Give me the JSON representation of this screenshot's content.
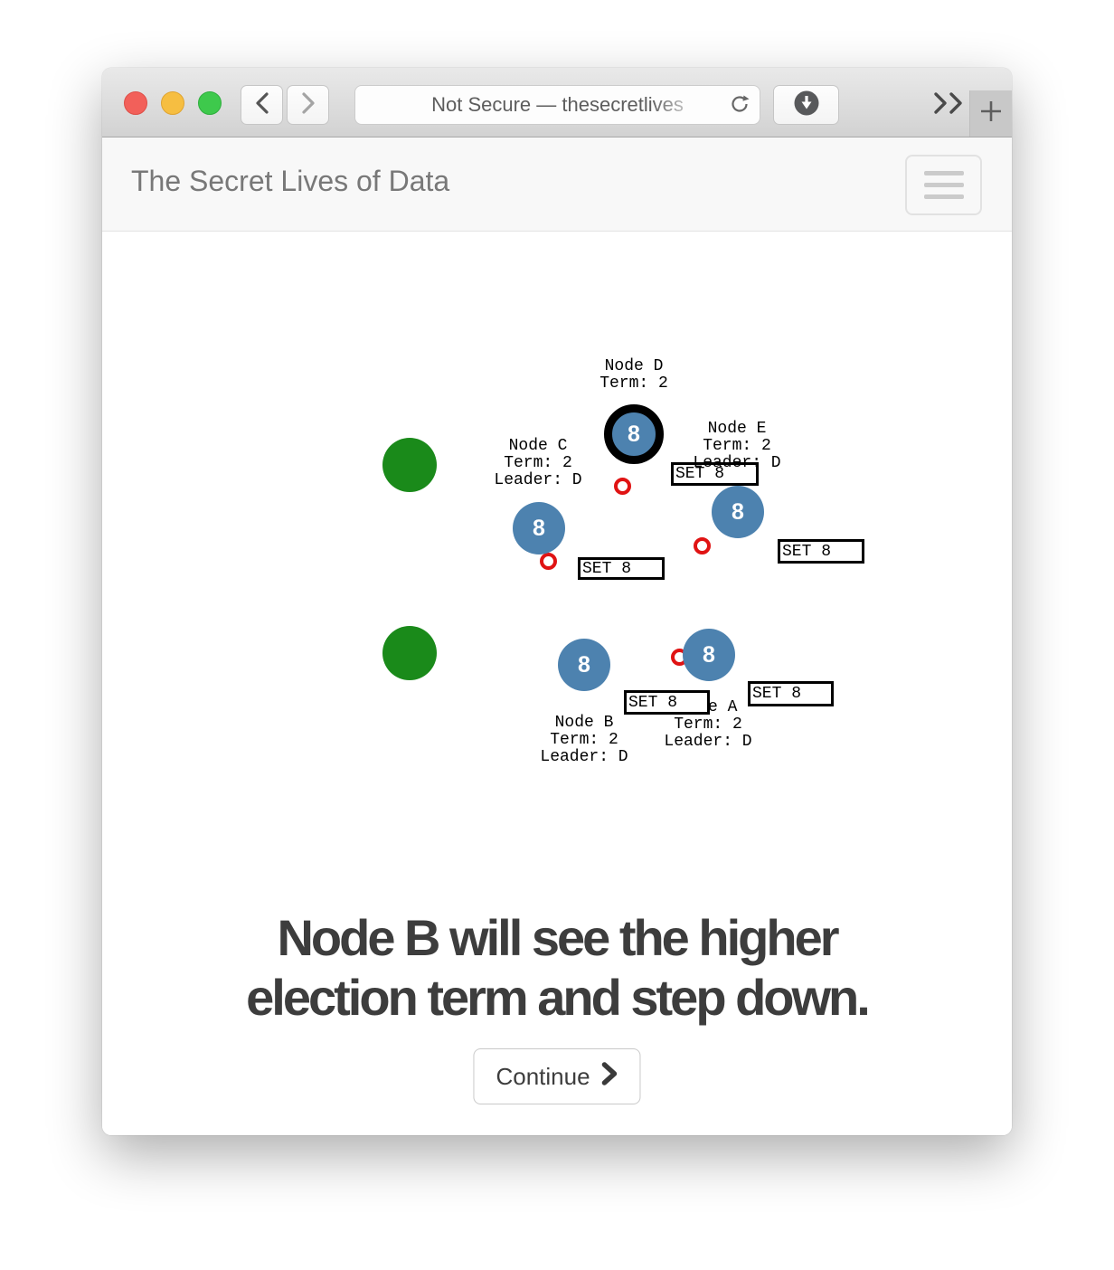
{
  "browser": {
    "url_text": "Not Secure — thesecretlives"
  },
  "header": {
    "title": "The Secret Lives of Data"
  },
  "viz": {
    "node_d": {
      "value": "8",
      "lines": [
        "Node D",
        "Term: 2"
      ]
    },
    "node_c": {
      "value": "8",
      "lines": [
        "Node C",
        "Term: 2",
        "Leader: D"
      ]
    },
    "node_e": {
      "value": "8",
      "lines": [
        "Node E",
        "Term: 2",
        "Leader: D"
      ]
    },
    "node_b": {
      "value": "8",
      "lines": [
        "Node B",
        "Term: 2",
        "Leader: D"
      ]
    },
    "node_a": {
      "value": "8",
      "lines": [
        "Node A",
        "Term: 2",
        "Leader: D"
      ]
    },
    "messages": [
      {
        "label": "SET 8"
      },
      {
        "label": "SET 8"
      },
      {
        "label": "SET 8"
      },
      {
        "label": "SET 8"
      },
      {
        "label": "SET 8"
      }
    ],
    "colors": {
      "node_blue": "#4d82af",
      "leader_ring": "#000000",
      "client_green": "#1a8a1a",
      "message_red": "#e01313"
    }
  },
  "caption": {
    "full_text": "Node B will see the higher election term and step down.",
    "lines": [
      "Node B will see the higher",
      "election term and step down."
    ]
  },
  "continue_button": {
    "label": "Continue"
  }
}
